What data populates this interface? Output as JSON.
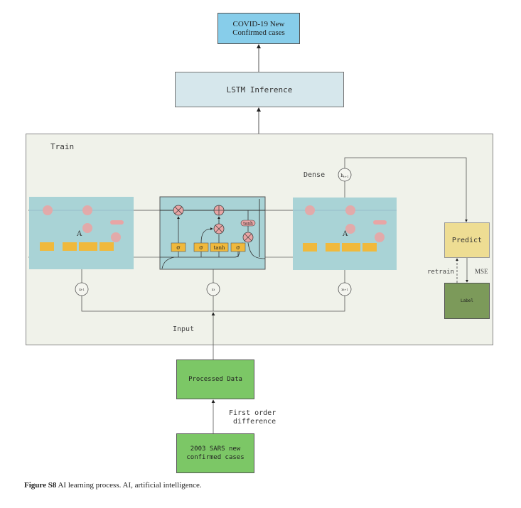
{
  "output_node": {
    "label_line1": "COVID-19 New",
    "label_line2": "Confirmed cases"
  },
  "inference_node": {
    "label": "LSTM Inference"
  },
  "train_region": {
    "label": "Train",
    "dense_label": "Dense",
    "input_label": "Input",
    "hidden_state_label": "h",
    "hidden_state_sub": "t+1",
    "inputs": [
      {
        "base": "x",
        "sub": "t-1"
      },
      {
        "base": "x",
        "sub": "t"
      },
      {
        "base": "x",
        "sub": "t+1"
      }
    ],
    "cell_label": "A",
    "gates": [
      "σ",
      "σ",
      "tanh",
      "σ"
    ],
    "tanh_label": "tanh"
  },
  "predict_node": {
    "label": "Predict"
  },
  "label_node": {
    "label": "Label"
  },
  "feedback": {
    "retrain_label": "retrain",
    "loss_label": "MSE"
  },
  "processed_node": {
    "label": "Processed Data"
  },
  "preprocess_step": {
    "line1": "First order",
    "line2": "difference"
  },
  "source_node": {
    "label_line1": "2003 SARS new",
    "label_line2": "confirmed cases"
  },
  "caption": {
    "figure_id": "Figure S8",
    "text": " AI learning process. AI, artificial intelligence."
  },
  "colors": {
    "output": "#87cdea",
    "inference": "#d6e7ec",
    "train_bg": "#f0f2ea",
    "cell": "#a9d3d6",
    "gate": "#f0b93c",
    "op": "#e8a5a5",
    "predict": "#eedd93",
    "label": "#7c9a5a",
    "data": "#7cc766"
  }
}
